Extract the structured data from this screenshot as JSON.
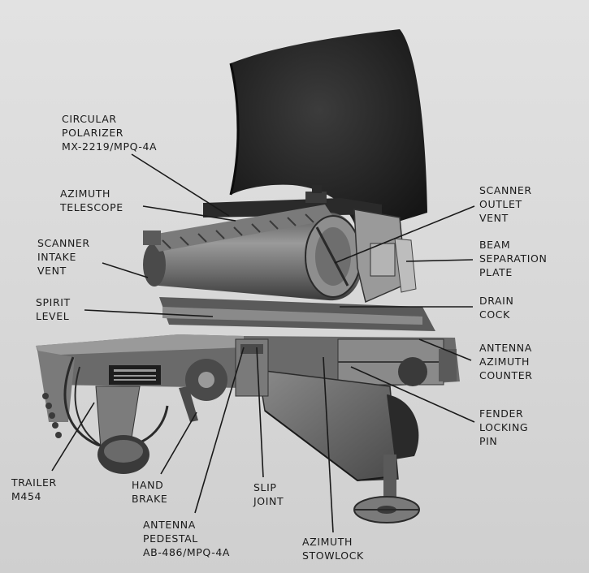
{
  "labels": {
    "circular_polarizer": [
      "CIRCULAR",
      "POLARIZER",
      "MX-2219/MPQ-4A"
    ],
    "azimuth_telescope": [
      "AZIMUTH",
      "TELESCOPE"
    ],
    "scanner_intake_vent": [
      "SCANNER",
      "INTAKE",
      "VENT"
    ],
    "spirit_level": [
      "SPIRIT",
      "LEVEL"
    ],
    "trailer": [
      "TRAILER",
      "M454"
    ],
    "hand_brake": [
      "HAND",
      "BRAKE"
    ],
    "antenna_pedestal": [
      "ANTENNA",
      "PEDESTAL",
      "AB-486/MPQ-4A"
    ],
    "slip_joint": [
      "SLIP",
      "JOINT"
    ],
    "azimuth_stowlock": [
      "AZIMUTH",
      "STOWLOCK"
    ],
    "scanner_outlet_vent": [
      "SCANNER",
      "OUTLET",
      "VENT"
    ],
    "beam_separation_plate": [
      "BEAM",
      "SEPARATION",
      "PLATE"
    ],
    "drain_cock": [
      "DRAIN",
      "COCK"
    ],
    "antenna_azimuth_counter": [
      "ANTENNA",
      "AZIMUTH",
      "COUNTER"
    ],
    "fender_locking_pin": [
      "FENDER",
      "LOCKING",
      "PIN"
    ]
  }
}
